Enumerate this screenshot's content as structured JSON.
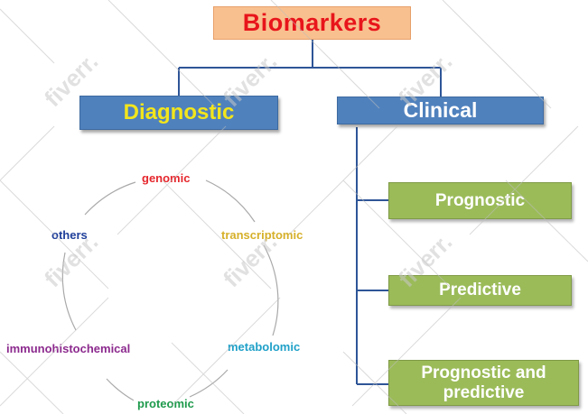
{
  "title": "Biomarkers",
  "colors": {
    "title_text": "#e8151b",
    "blue_box": "#4f81bd",
    "green_box": "#9bbb59",
    "salmon_box": "#f9c08f",
    "connector": "#2e5597",
    "diagnostic_text": "#f2e51c",
    "clinical_text": "#ffffff"
  },
  "branches": {
    "diagnostic": {
      "label": "Diagnostic",
      "types": [
        {
          "label": "genomic",
          "color": "#e5272d"
        },
        {
          "label": "transcriptomic",
          "color": "#d6b02a"
        },
        {
          "label": "metabolomic",
          "color": "#1fa0c8"
        },
        {
          "label": "proteomic",
          "color": "#1e9a4c"
        },
        {
          "label": "immunohistochemical",
          "color": "#8c2a8e"
        },
        {
          "label": "others",
          "color": "#1f3f9a"
        }
      ]
    },
    "clinical": {
      "label": "Clinical",
      "types": [
        "Prognostic",
        "Predictive",
        "Prognostic and predictive"
      ]
    }
  },
  "watermark": "fiverr."
}
